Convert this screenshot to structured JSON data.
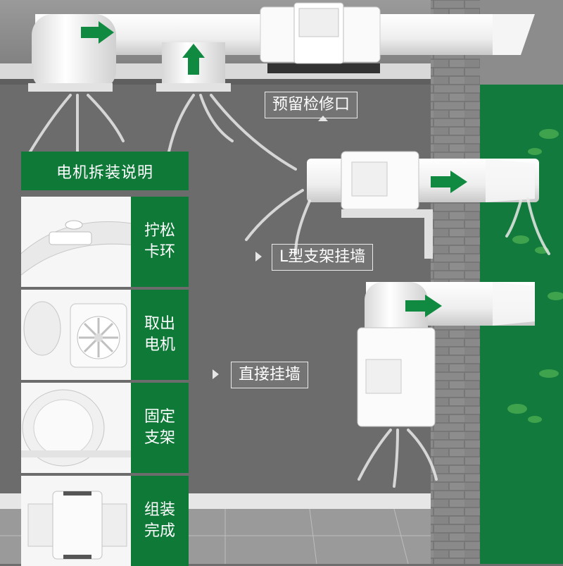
{
  "colors": {
    "brand_green": "#0f7a38",
    "wall_gray": "#6e6e6e",
    "duct_white": "#f2f2f2",
    "arrow_green": "#108a40"
  },
  "scene": {
    "labels": {
      "access_port": "预留检修口",
      "l_bracket": "L型支架挂墙",
      "direct_wall": "直接挂墙"
    }
  },
  "panel": {
    "title": "电机拆装说明",
    "steps": [
      {
        "line1": "拧松",
        "line2": "卡环"
      },
      {
        "line1": "取出",
        "line2": "电机"
      },
      {
        "line1": "固定",
        "line2": "支架"
      },
      {
        "line1": "组装",
        "line2": "完成"
      }
    ]
  }
}
